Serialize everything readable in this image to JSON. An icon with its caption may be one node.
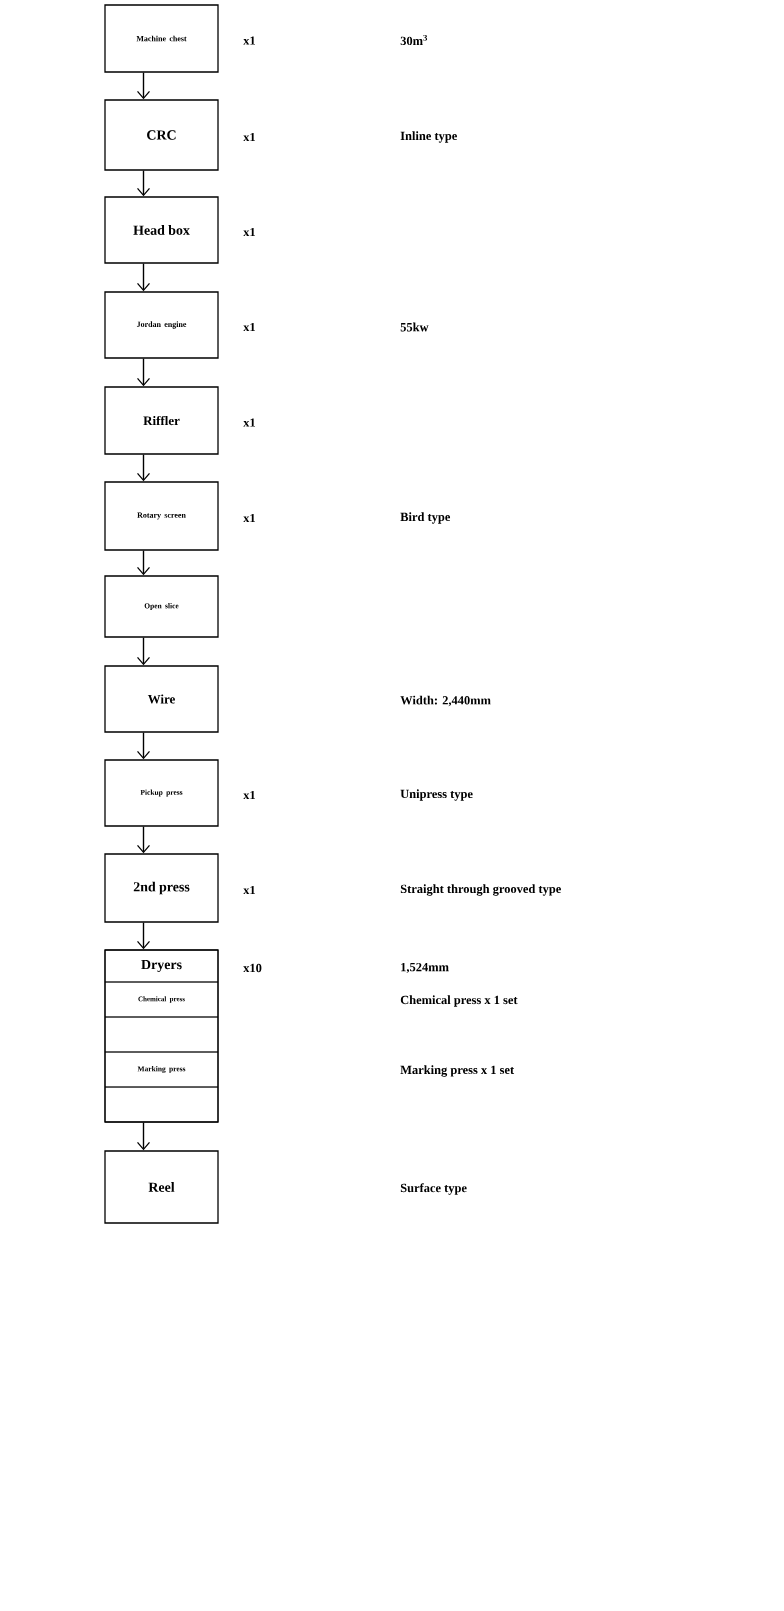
{
  "diagram": {
    "nodes": [
      {
        "text": [
          "Machine chest"
        ],
        "beside": [
          "x1"
        ]
      },
      {
        "text": [
          "CRC"
        ],
        "beside": [
          "x1"
        ]
      },
      {
        "text": [
          "Head box"
        ],
        "beside": [
          "x1"
        ]
      },
      {
        "text": [
          "Jordan engine"
        ],
        "beside": [
          "x1"
        ]
      },
      {
        "text": [
          "Riffler"
        ],
        "beside": [
          "x1"
        ]
      },
      {
        "text": [
          "Rotary screen"
        ],
        "beside": [
          "x1"
        ]
      },
      {
        "text": [
          "Open slice"
        ]
      },
      {
        "text": [
          "Wire"
        ]
      },
      {
        "text": [
          "Pickup press"
        ],
        "beside": [
          "x1"
        ]
      },
      {
        "text": [
          "2nd press"
        ],
        "beside": [
          "x1"
        ]
      },
      {
        "text": [],
        "shape": "box"
      },
      {
        "text": [
          "Dryers"
        ],
        "in": 10,
        "beside": [
          "x10"
        ]
      },
      {
        "text": [
          "Chemical press"
        ],
        "in": 10
      },
      {
        "text": [],
        "shape": "box",
        "in": 10
      },
      {
        "text": [
          "Marking press"
        ],
        "in": 10
      },
      {
        "text": [],
        "shape": "box",
        "in": 10
      },
      {
        "text": [
          "Reel"
        ]
      }
    ],
    "edges": [
      {
        "from": 0,
        "to": 1,
        "arrow": "to"
      },
      {
        "from": 1,
        "to": 2,
        "arrow": "to"
      },
      {
        "from": 2,
        "to": 3,
        "arrow": "to"
      },
      {
        "from": 3,
        "to": 4,
        "arrow": "to"
      },
      {
        "from": 4,
        "to": 5,
        "arrow": "to"
      },
      {
        "from": 5,
        "to": 6,
        "arrow": "to"
      },
      {
        "from": 6,
        "to": 7,
        "arrow": "to"
      },
      {
        "from": 7,
        "to": 8,
        "arrow": "to"
      },
      {
        "from": 8,
        "to": 9,
        "arrow": "to"
      },
      {
        "from": 9,
        "to": 10,
        "arrow": "to"
      },
      {
        "from": 10,
        "to": 16,
        "arrow": "to"
      }
    ],
    "labels": [
      "30m$^{3}$",
      "Inline type",
      "55kw",
      "Bird type",
      "Width: 2,440mm",
      "Unipress type",
      "Straight through grooved type",
      "1,524mm",
      "Chemical press x 1 set",
      "Marking press x 1 set",
      "Surface type"
    ]
  }
}
